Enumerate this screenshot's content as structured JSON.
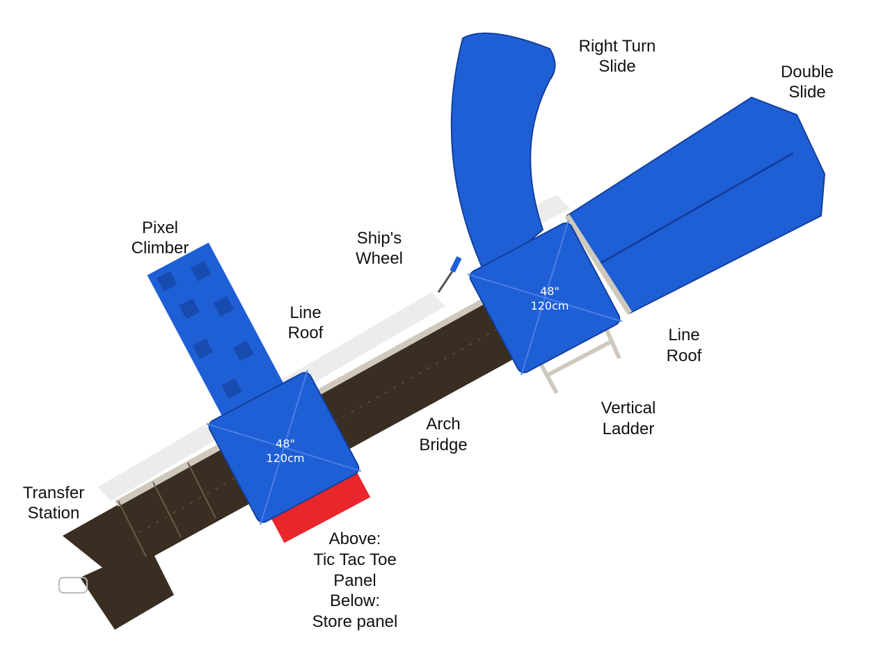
{
  "title": "Playground top view diagram",
  "colors": {
    "blue": "#1f5fd6",
    "blue_dark": "#123f9c",
    "deck": "#3a2e22",
    "red": "#e8262b",
    "shadow": "#e6e6e6",
    "metal": "#cfc9bd"
  },
  "labels": {
    "right_turn_slide": [
      "Right Turn",
      "Slide"
    ],
    "double_slide": [
      "Double",
      "Slide"
    ],
    "pixel_climber": [
      "Pixel",
      "Climber"
    ],
    "ships_wheel": [
      "Ship's",
      "Wheel"
    ],
    "line_roof_left": [
      "Line",
      "Roof"
    ],
    "line_roof_right": [
      "Line",
      "Roof"
    ],
    "vertical_ladder": [
      "Vertical",
      "Ladder"
    ],
    "arch_bridge": [
      "Arch",
      "Bridge"
    ],
    "transfer_station": [
      "Transfer",
      "Station"
    ],
    "panel_note": [
      "Above:",
      "Tic Tac Toe",
      "Panel",
      "Below:",
      "Store panel"
    ]
  },
  "roofs": [
    {
      "height_in": "48\"",
      "height_cm": "120cm"
    },
    {
      "height_in": "48\"",
      "height_cm": "120cm"
    }
  ]
}
